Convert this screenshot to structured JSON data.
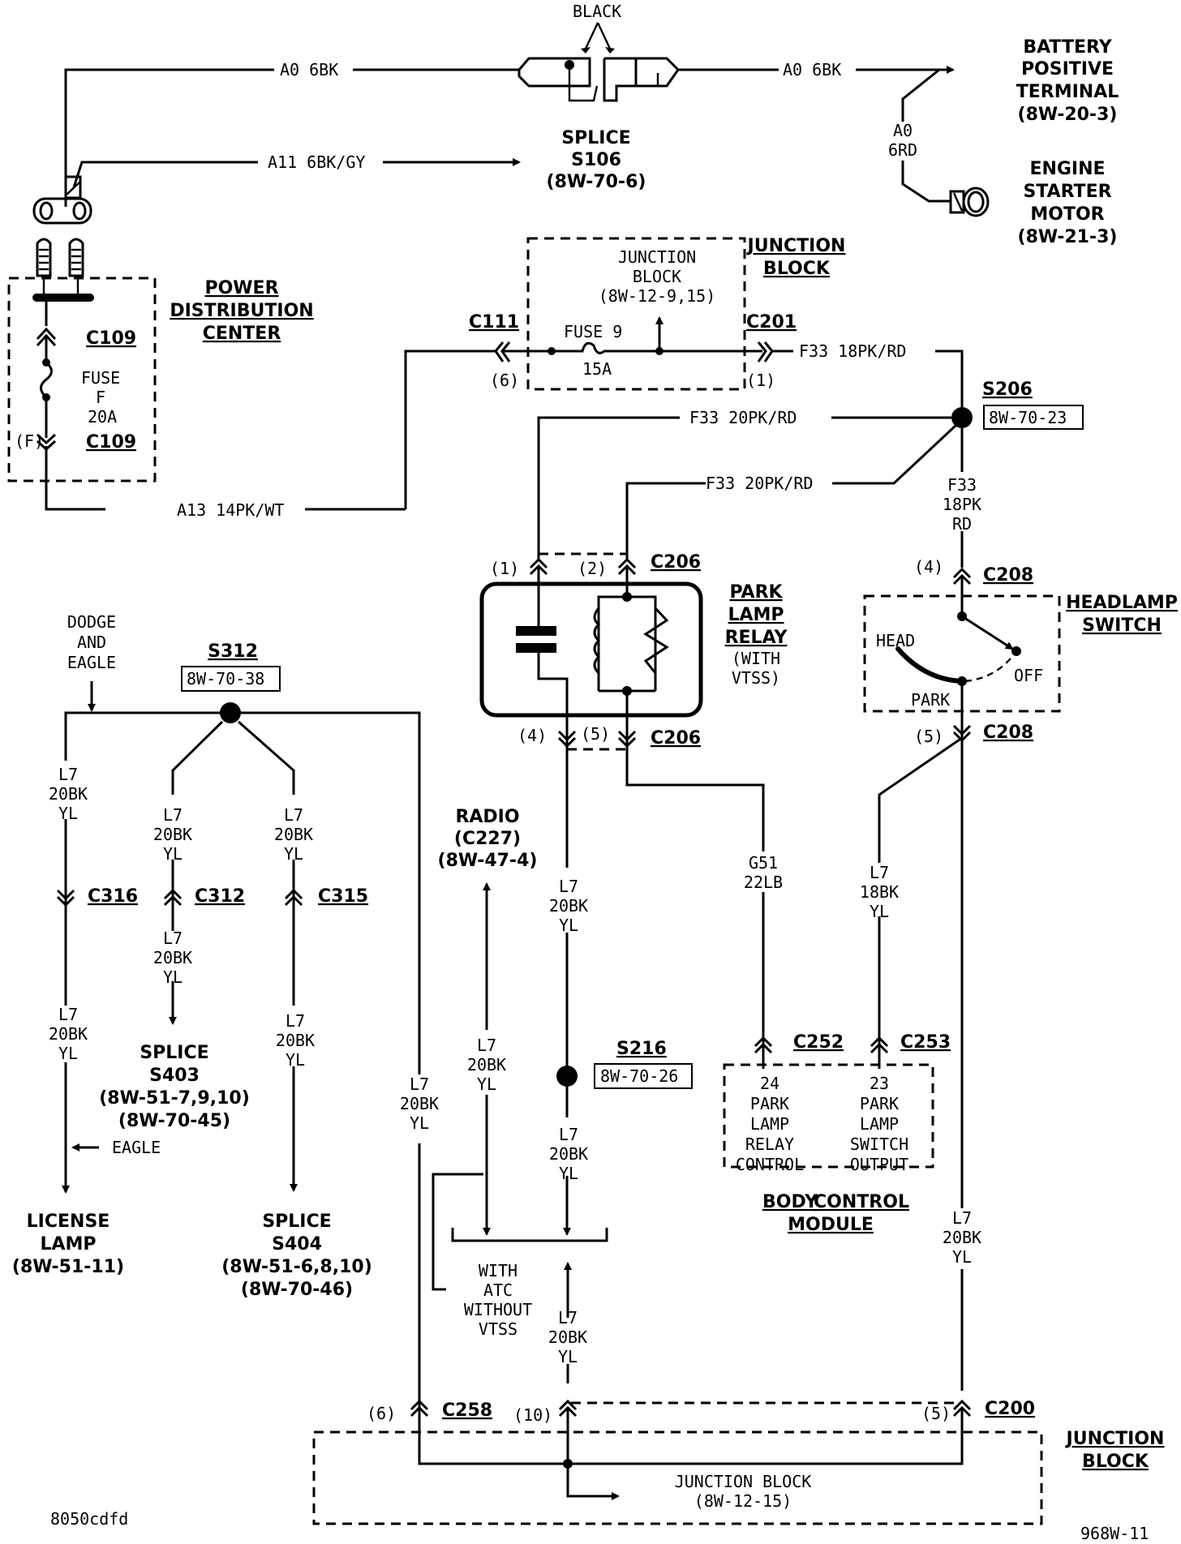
{
  "diagram": {
    "figure_id": "968W-11",
    "corner_code": "8050cdfd",
    "top": {
      "black_label": "BLACK",
      "wire_a0_left": "A0 6BK",
      "wire_a0_right": "A0 6BK",
      "wire_a11": "A11 6BK/GY",
      "splice_s106": [
        "SPLICE",
        "S106",
        "(8W-70-6)"
      ],
      "battery": [
        "BATTERY",
        "POSITIVE",
        "TERMINAL",
        "(8W-20-3)"
      ],
      "wire_a0_rd": [
        "A0",
        "6RD"
      ],
      "starter": [
        "ENGINE",
        "STARTER",
        "MOTOR",
        "(8W-21-3)"
      ]
    },
    "pdc": {
      "title": [
        "POWER",
        "DISTRIBUTION",
        "CENTER"
      ],
      "c109_top": "C109",
      "fuse": [
        "FUSE",
        "F",
        "20A"
      ],
      "pin_f": "(F)",
      "c109_bottom": "C109",
      "wire_a13": "A13 14PK/WT"
    },
    "junction_block_top": {
      "title": [
        "JUNCTION",
        "BLOCK"
      ],
      "inner": [
        "JUNCTION",
        "BLOCK",
        "(8W-12-9,15)"
      ],
      "c111": "C111",
      "c111_pin": "(6)",
      "fuse": "FUSE 9",
      "fuse_amp": "15A",
      "c201": "C201",
      "c201_pin": "(1)",
      "wire_out": "F33 18PK/RD"
    },
    "s206": {
      "name": "S206",
      "ref": "8W-70-23",
      "wire_a": "F33 20PK/RD",
      "wire_b": "F33 20PK/RD",
      "wire_down": [
        "F33",
        "18PK",
        "RD"
      ]
    },
    "relay": {
      "title": [
        "PARK",
        "LAMP",
        "RELAY"
      ],
      "sub": [
        "(WITH",
        "VTSS)"
      ],
      "pin1": "(1)",
      "pin2": "(2)",
      "pin4": "(4)",
      "pin5": "(5)",
      "c206_top": "C206",
      "c206_bottom": "C206"
    },
    "headlamp": {
      "title": [
        "HEADLAMP",
        "SWITCH"
      ],
      "pin4": "(4)",
      "c208_top": "C208",
      "pos_head": "HEAD",
      "pos_off": "OFF",
      "pos_park": "PARK",
      "pin5": "(5)",
      "c208_bottom": "C208",
      "wire_l7_18": [
        "L7",
        "18BK",
        "YL"
      ],
      "wire_right": [
        "L7",
        "20BK",
        "YL"
      ]
    },
    "s312": {
      "name": "S312",
      "ref": "8W-70-38",
      "dodge_eagle": [
        "DODGE",
        "AND",
        "EAGLE"
      ],
      "wire": [
        "L7",
        "20BK",
        "YL"
      ],
      "c316": "C316",
      "c312": "C312",
      "c315": "C315",
      "eagle": "EAGLE",
      "license": [
        "LICENSE",
        "LAMP",
        "(8W-51-11)"
      ],
      "s403": [
        "SPLICE",
        "S403",
        "(8W-51-7,9,10)",
        "(8W-70-45)"
      ],
      "s404": [
        "SPLICE",
        "S404",
        "(8W-51-6,8,10)",
        "(8W-70-46)"
      ]
    },
    "radio": [
      "RADIO",
      "(C227)",
      "(8W-47-4)"
    ],
    "s216": {
      "name": "S216",
      "ref": "8W-70-26"
    },
    "atc": [
      "WITH",
      "ATC",
      "WITHOUT",
      "VTSS"
    ],
    "bcm": {
      "title_a": "BODY",
      "title_b": "CONTROL",
      "title_c": "MODULE",
      "g51": [
        "G51",
        "22LB"
      ],
      "c252": "C252",
      "c253": "C253",
      "pin24": [
        "24",
        "PARK",
        "LAMP",
        "RELAY",
        "CONTROL"
      ],
      "pin23": [
        "23",
        "PARK",
        "LAMP",
        "SWITCH",
        "OUTPUT"
      ]
    },
    "junction_block_bottom": {
      "title": [
        "JUNCTION",
        "BLOCK"
      ],
      "inner": [
        "JUNCTION BLOCK",
        "(8W-12-15)"
      ],
      "c258": "C258",
      "c258_pin": "(6)",
      "pin10": "(10)",
      "c200": "C200",
      "c200_pin": "(5)"
    }
  }
}
